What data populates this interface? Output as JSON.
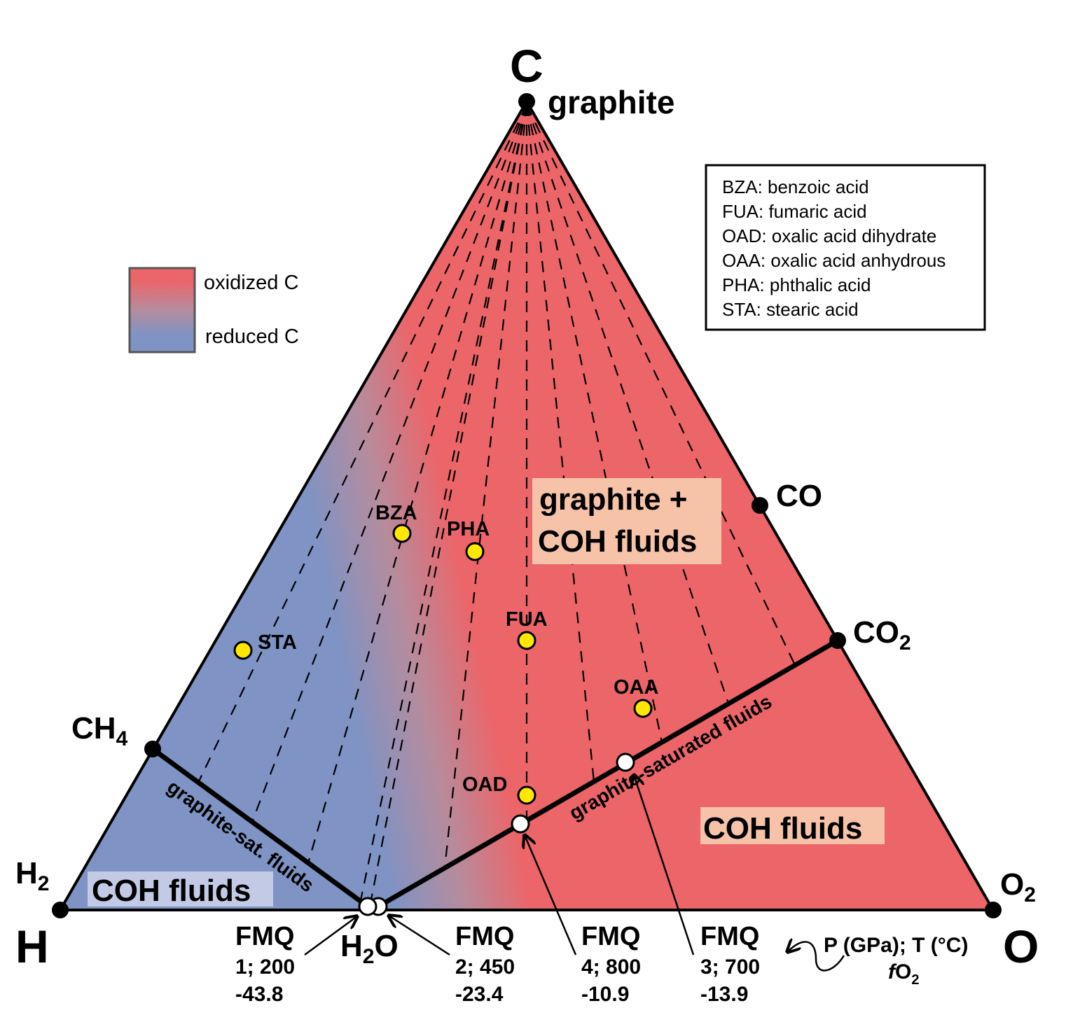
{
  "vertices": {
    "C": "C",
    "H": "H",
    "O": "O",
    "graphite": "graphite"
  },
  "species": {
    "CO": "CO",
    "CO2": "CO",
    "CO2_sub": "2",
    "CH4": "CH",
    "CH4_sub": "4",
    "H2": "H",
    "H2_sub": "2",
    "O2": "O",
    "O2_sub": "2",
    "H2O_a": "H",
    "H2O_sub": "2",
    "H2O_b": "O"
  },
  "gradient_legend": {
    "top": "oxidized C",
    "bottom": "reduced C",
    "top_color": "#EC6569",
    "bottom_color": "#7F93C4"
  },
  "abbreviations": [
    "BZA: benzoic acid",
    "FUA: fumaric acid",
    "OAD: oxalic acid dihydrate",
    "OAA: oxalic acid anhydrous",
    "PHA: phthalic acid",
    "STA: stearic acid"
  ],
  "regions": {
    "upper_line1": "graphite +",
    "upper_line2": "COH fluids",
    "right": "COH fluids",
    "left": "COH fluids",
    "right_boundary": "graphite-saturated fluids",
    "left_boundary": "graphite-sat. fluids"
  },
  "compounds": [
    {
      "label": "STA"
    },
    {
      "label": "BZA"
    },
    {
      "label": "PHA"
    },
    {
      "label": "FUA"
    },
    {
      "label": "OAA"
    },
    {
      "label": "OAD"
    }
  ],
  "fmq": [
    {
      "title": "FMQ",
      "pt": "1; 200",
      "fo2": "-43.8"
    },
    {
      "title": "FMQ",
      "pt": "2; 450",
      "fo2": "-23.4"
    },
    {
      "title": "FMQ",
      "pt": "4; 800",
      "fo2": "-10.9"
    },
    {
      "title": "FMQ",
      "pt": "3; 700",
      "fo2": "-13.9"
    }
  ],
  "key": {
    "line1": "P (GPa); T (°C)",
    "f": "f",
    "o": "O",
    "o_sub": "2"
  },
  "colors": {
    "blue": "#7F93C4",
    "red": "#EC6569",
    "yellow": "#FFE800",
    "box_peach": "#F6C3A8",
    "box_lav": "#C3CAE6"
  }
}
